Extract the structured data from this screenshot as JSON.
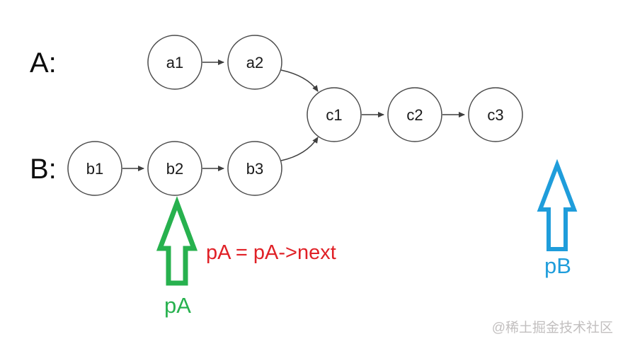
{
  "diagram": {
    "type": "linked-list-intersection",
    "list_a_label": "A:",
    "list_b_label": "B:",
    "nodes": [
      {
        "id": "a1",
        "label": "a1"
      },
      {
        "id": "a2",
        "label": "a2"
      },
      {
        "id": "c1",
        "label": "c1"
      },
      {
        "id": "c2",
        "label": "c2"
      },
      {
        "id": "c3",
        "label": "c3"
      },
      {
        "id": "b1",
        "label": "b1"
      },
      {
        "id": "b2",
        "label": "b2"
      },
      {
        "id": "b3",
        "label": "b3"
      }
    ],
    "edges": [
      {
        "from": "a1",
        "to": "a2"
      },
      {
        "from": "a2",
        "to": "c1"
      },
      {
        "from": "c1",
        "to": "c2"
      },
      {
        "from": "c2",
        "to": "c3"
      },
      {
        "from": "b1",
        "to": "b2"
      },
      {
        "from": "b2",
        "to": "b3"
      },
      {
        "from": "b3",
        "to": "c1"
      }
    ],
    "pointers": {
      "pA": {
        "label": "pA",
        "color": "#27b14e",
        "points_to": "b2"
      },
      "pB": {
        "label": "pB",
        "color": "#1f9ddb",
        "points_to": "after-c3"
      }
    },
    "annotation": {
      "text": "pA = pA->next",
      "color": "#e02127"
    },
    "watermark": "@稀土掘金技术社区"
  }
}
